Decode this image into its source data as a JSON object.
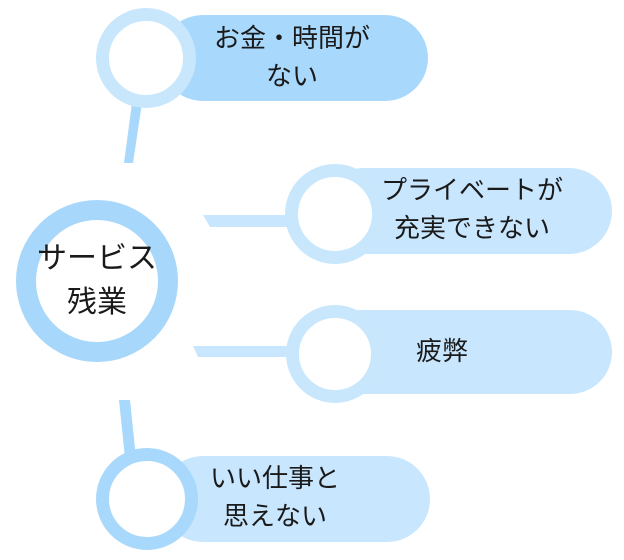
{
  "colors": {
    "pill_dark": "#a8d8fb",
    "pill_light": "#c8e6fd",
    "ring_outer": "#c8e7fd",
    "ring_center": "#a7d7fa",
    "connector": "#a8d8fb"
  },
  "center": {
    "line1": "サービス",
    "line2": "残業"
  },
  "nodes": [
    {
      "line1": "お金・時間が",
      "line2": "ない"
    },
    {
      "line1": "プライベートが",
      "line2": "充実できない"
    },
    {
      "line1": "疲弊"
    },
    {
      "line1": "いい仕事と",
      "line2": "思えない"
    }
  ]
}
